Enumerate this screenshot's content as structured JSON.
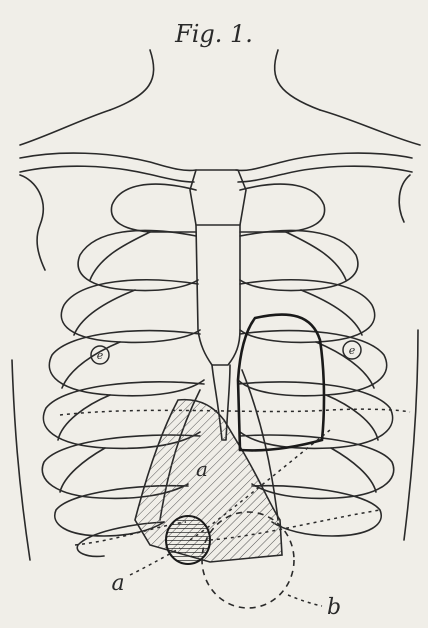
{
  "figure": {
    "title": "Fig. 1.",
    "labels": {
      "a_upper": "a",
      "a_lower": "a",
      "b": "b",
      "e_left": "e",
      "e_right": "e"
    },
    "colors": {
      "paper": "#f0eee8",
      "ink": "#2a2a2a"
    }
  }
}
